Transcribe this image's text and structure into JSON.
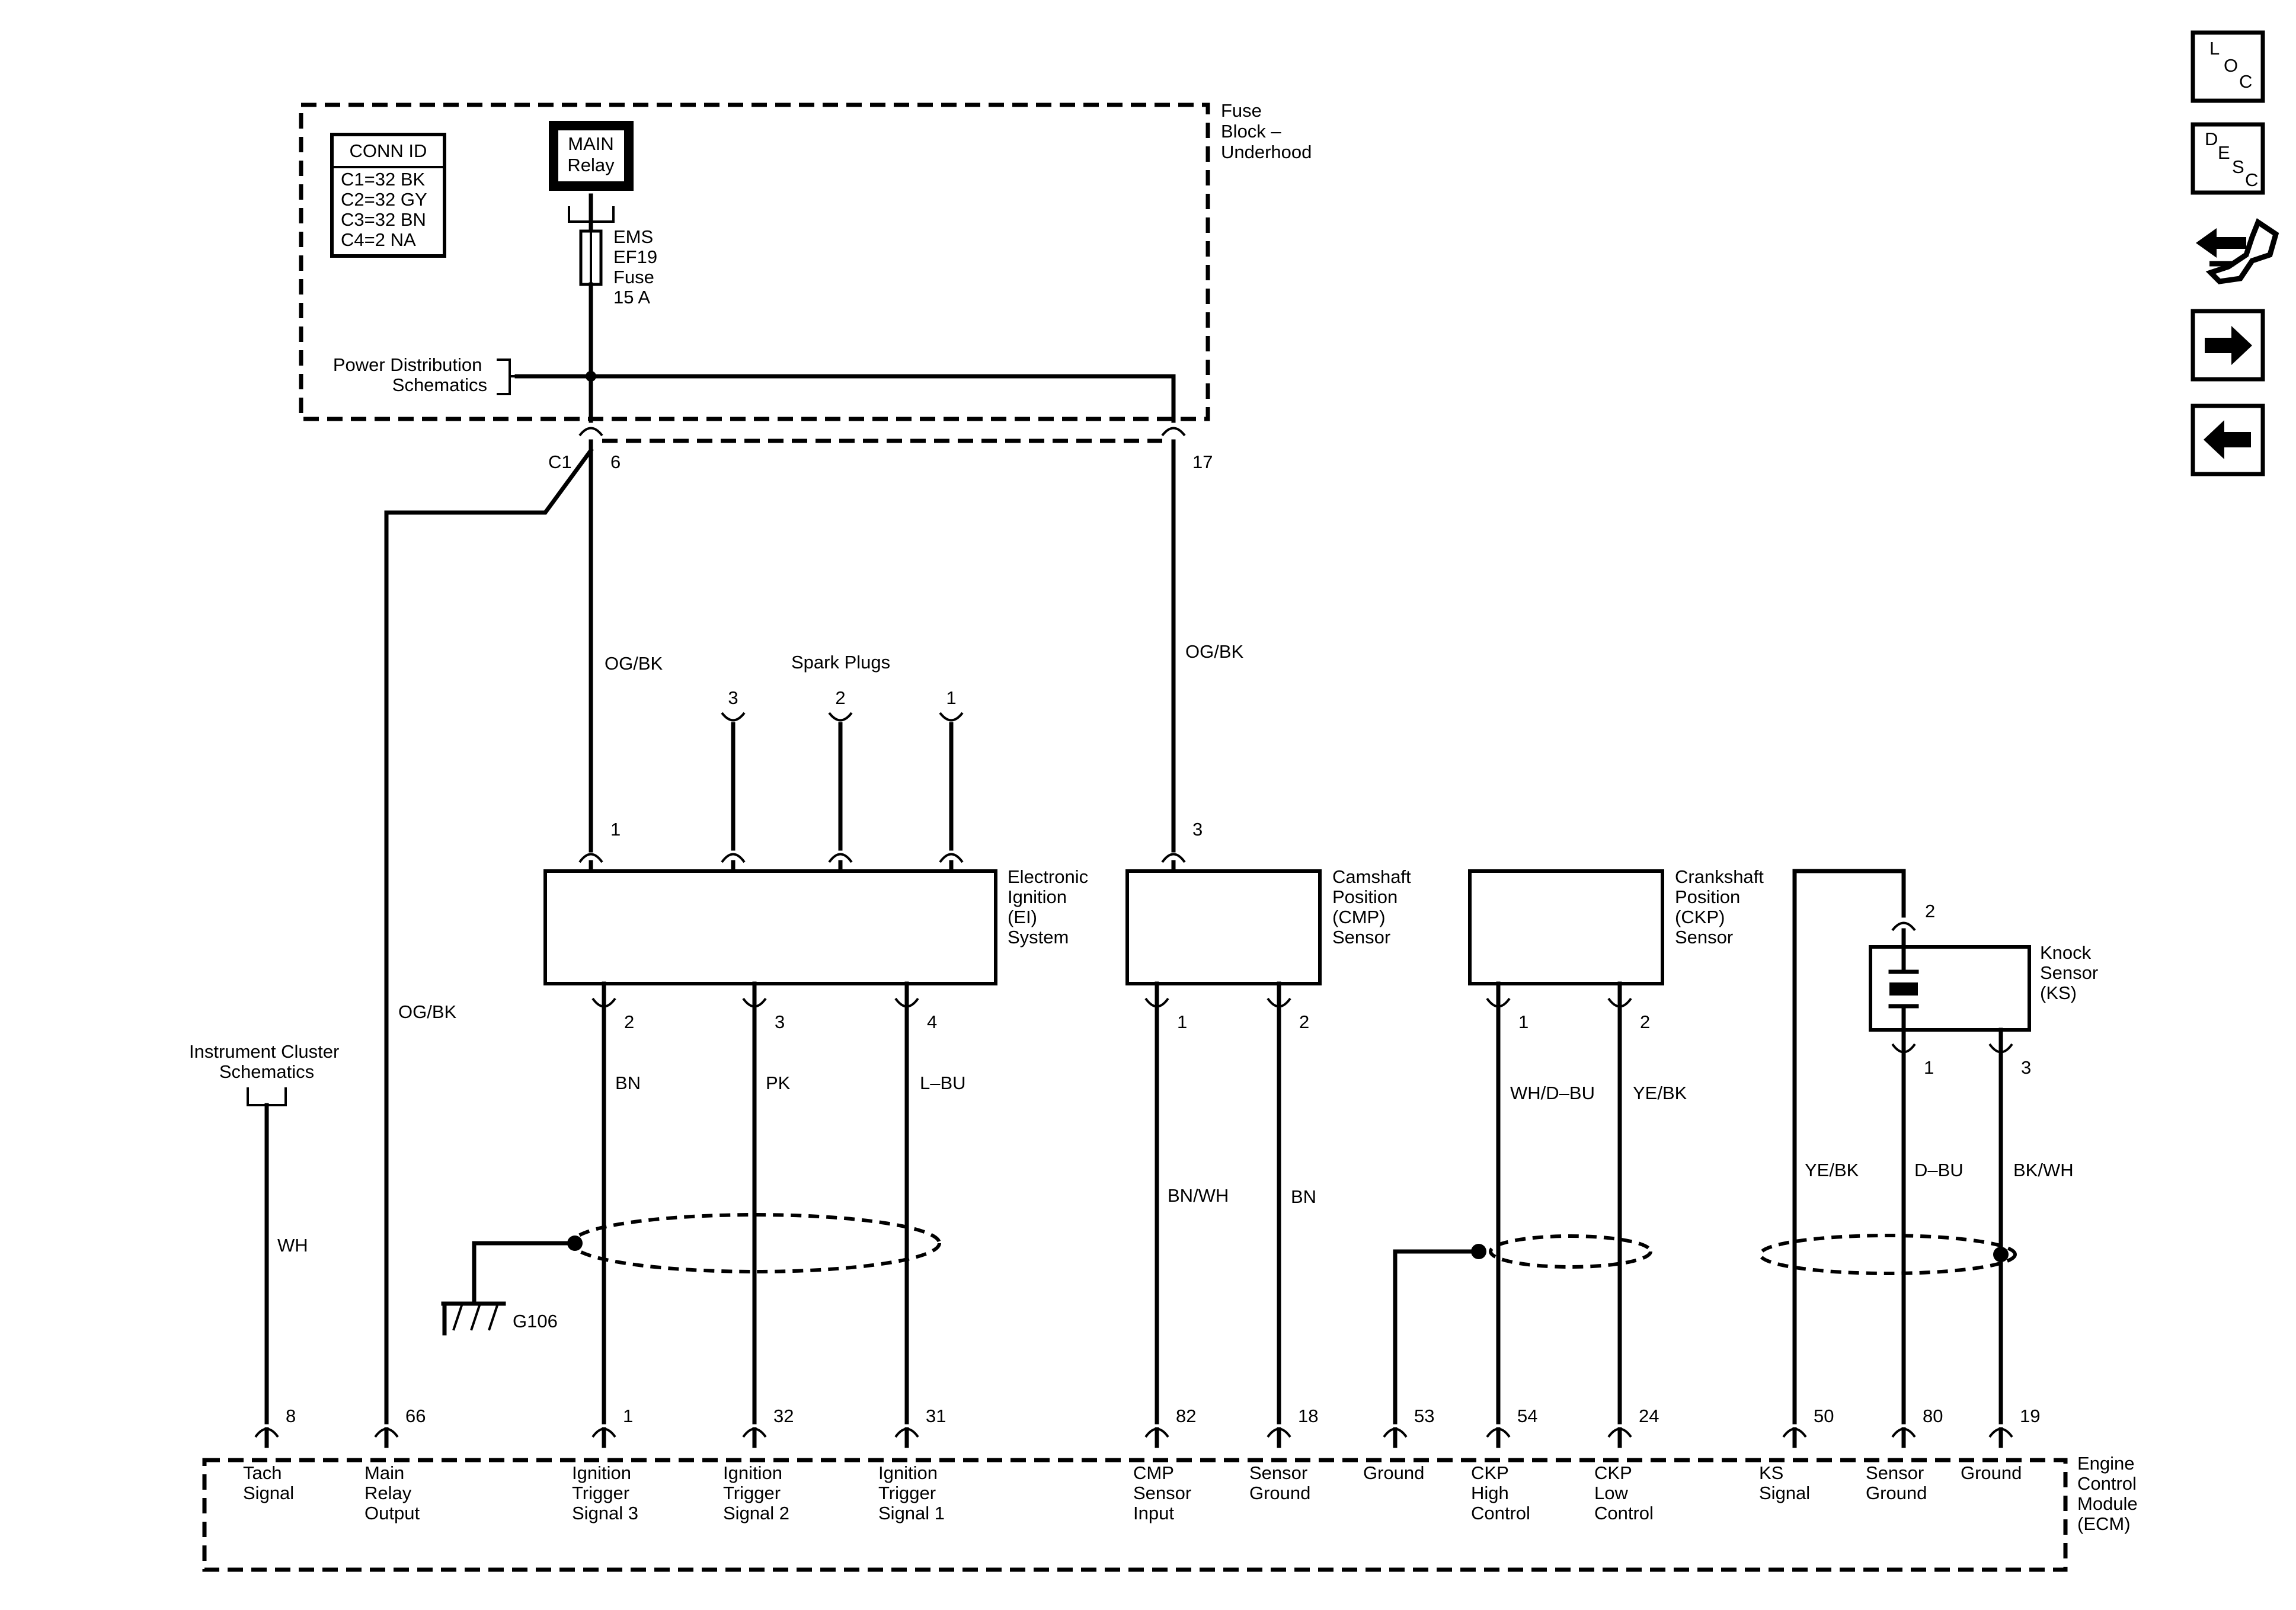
{
  "fuse_block": {
    "name": [
      "Fuse",
      "Block –",
      "Underhood"
    ]
  },
  "conn_id": {
    "title": "CONN ID",
    "rows": [
      "C1=32 BK",
      "C2=32 GY",
      "C3=32 BN",
      "C4=2 NA"
    ]
  },
  "main_relay": [
    "MAIN",
    "Relay"
  ],
  "fuse": [
    "EMS",
    "EF19",
    "Fuse",
    "15 A"
  ],
  "power_distribution": [
    "Power Distribution",
    "Schematics"
  ],
  "fuse_block_pins": {
    "connector": "C1",
    "pin_a": "6",
    "pin_b": "17"
  },
  "wires": {
    "main_relay_feed": "OG/BK",
    "cmp_feed": "OG/BK",
    "main_relay_output": "OG/BK",
    "tach": "WH",
    "ign3": "BN",
    "ign2": "PK",
    "ign1": "L–BU",
    "cmp_input": "BN/WH",
    "cmp_ground": "BN",
    "ckp_high": "WH/D–BU",
    "ckp_low": "YE/BK",
    "ks_signal": "YE/BK",
    "ks_ground": "D–BU",
    "ks_shield": "BK/WH"
  },
  "spark_plugs": {
    "title": "Spark Plugs",
    "pins": [
      "3",
      "2",
      "1"
    ]
  },
  "ei_system": {
    "name": [
      "Electronic",
      "Ignition",
      "(EI)",
      "System"
    ],
    "pin_in": "1",
    "pins_out": [
      "2",
      "3",
      "4"
    ]
  },
  "cmp_sensor": {
    "name": [
      "Camshaft",
      "Position",
      "(CMP)",
      "Sensor"
    ],
    "pin_in": "3",
    "pins_out": [
      "1",
      "2"
    ]
  },
  "ckp_sensor": {
    "name": [
      "Crankshaft",
      "Position",
      "(CKP)",
      "Sensor"
    ],
    "pins_out": [
      "1",
      "2"
    ]
  },
  "knock_sensor": {
    "name": [
      "Knock",
      "Sensor",
      "(KS)"
    ],
    "pin_top": "2",
    "pins_out": [
      "1",
      "3"
    ]
  },
  "instrument_cluster": [
    "Instrument Cluster",
    "Schematics"
  ],
  "ground": {
    "label": "G106"
  },
  "ecm": {
    "name": [
      "Engine",
      "Control",
      "Module",
      "(ECM)"
    ],
    "pins": [
      {
        "num": "8",
        "label": [
          "Tach",
          "Signal"
        ]
      },
      {
        "num": "66",
        "label": [
          "Main",
          "Relay",
          "Output"
        ]
      },
      {
        "num": "1",
        "label": [
          "Ignition",
          "Trigger",
          "Signal 3"
        ]
      },
      {
        "num": "32",
        "label": [
          "Ignition",
          "Trigger",
          "Signal 2"
        ]
      },
      {
        "num": "31",
        "label": [
          "Ignition",
          "Trigger",
          "Signal 1"
        ]
      },
      {
        "num": "82",
        "label": [
          "CMP",
          "Sensor",
          "Input"
        ]
      },
      {
        "num": "18",
        "label": [
          "Sensor",
          "Ground"
        ]
      },
      {
        "num": "53",
        "label": [
          "Ground"
        ]
      },
      {
        "num": "54",
        "label": [
          "CKP",
          "High",
          "Control"
        ]
      },
      {
        "num": "24",
        "label": [
          "CKP",
          "Low",
          "Control"
        ]
      },
      {
        "num": "50",
        "label": [
          "KS",
          "Signal"
        ]
      },
      {
        "num": "80",
        "label": [
          "Sensor",
          "Ground"
        ]
      },
      {
        "num": "19",
        "label": [
          "Ground"
        ]
      }
    ]
  },
  "nav": {
    "loc": [
      "L",
      "O",
      "C"
    ],
    "desc": [
      "D",
      "E",
      "S",
      "C"
    ],
    "icons": [
      "connector-icon",
      "next-arrow-icon",
      "previous-arrow-icon"
    ]
  }
}
